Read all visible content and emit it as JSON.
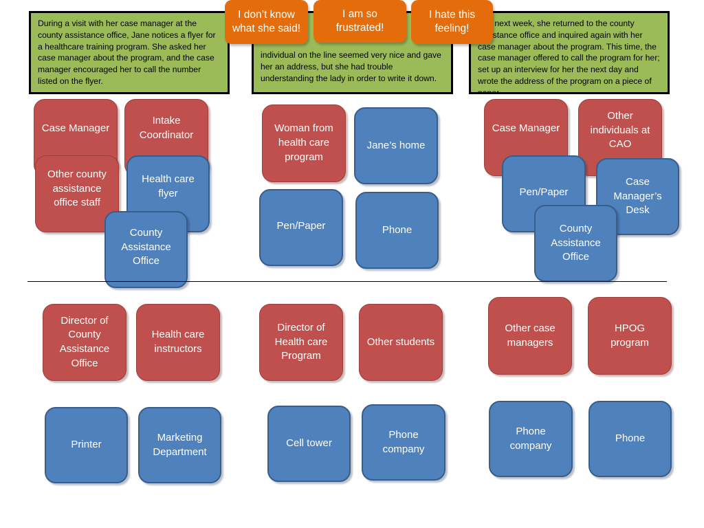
{
  "stories": [
    "During a visit with her case manager at the county assistance office, Jane notices a flyer for a healthcare training program.  She asked her case manager about the program, and the case manager encouraged her to call the number listed on the flyer.",
    "individual on the line seemed very nice and gave her an address, but she had trouble understanding the lady in order to write it down.",
    "The next week, she returned to the county assistance office and inquired again with her case manager about the program. This time, the case manager offered to call the program for her; set up an interview for her the next day and wrote the address of the program on a piece of paper."
  ],
  "callouts": [
    "I don’t know what she said!",
    "I am so frustrated!",
    "I hate this feeling!"
  ],
  "boxes": {
    "s1_case_manager": "Case Manager",
    "s1_intake_coordinator": "Intake Coordinator",
    "s1_other_staff": "Other county assistance office staff",
    "s1_flyer": "Health care flyer",
    "s1_office": "County Assistance Office",
    "s2_woman": "Woman from health care program",
    "s2_home": "Jane’s home",
    "s2_pen": "Pen/Paper",
    "s2_phone": "Phone",
    "s3_case_manager": "Case Manager",
    "s3_other_individuals": "Other individuals at CAO",
    "s3_pen": "Pen/Paper",
    "s3_desk": "Case Manager’s Desk",
    "s3_office": "County Assistance Office",
    "b1_director": "Director of County Assistance Office",
    "b1_instructors": "Health care instructors",
    "b2_director": "Director of Health care Program",
    "b2_students": "Other students",
    "b3_case_managers": "Other case managers",
    "b3_hpog": "HPOG program",
    "b1_printer": "Printer",
    "b1_marketing": "Marketing Department",
    "b2_cell_tower": "Cell tower",
    "b2_phone_company": "Phone company",
    "b3_phone_company": "Phone company",
    "b3_phone": "Phone"
  },
  "colors": {
    "story_bg": "#9bbb59",
    "callout_bg": "#e46c0a",
    "person_bg": "#c0504d",
    "thing_bg": "#4f81bd"
  }
}
